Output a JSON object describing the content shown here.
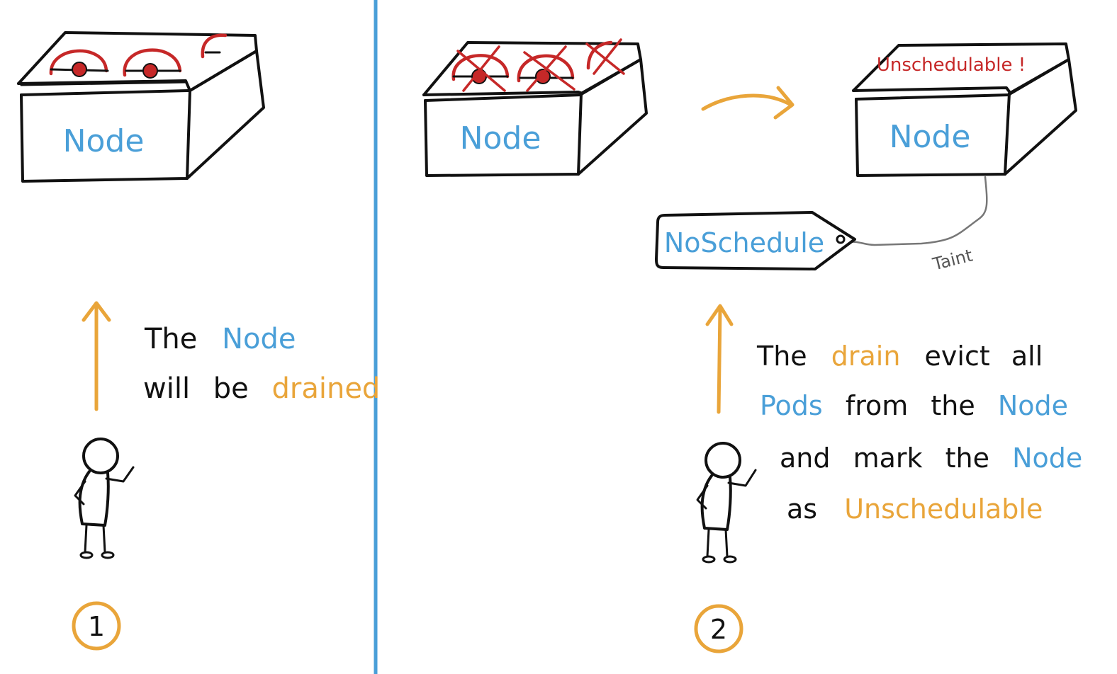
{
  "colors": {
    "ink": "#111111",
    "blue": "#4a9fd8",
    "orange": "#e9a53a",
    "red": "#c62828",
    "grey": "#777777",
    "divider": "#4a9fd8"
  },
  "panel1": {
    "node_label": "Node",
    "caption": {
      "line1": {
        "w1": "The",
        "w2": "Node"
      },
      "line2": {
        "w1": "will",
        "w2": "be",
        "w3": "drained"
      }
    },
    "step": "1"
  },
  "panel2": {
    "node_before_label": "Node",
    "node_after_label": "Node",
    "unschedulable_flag": "Unschedulable !",
    "tag_label": "NoSchedule",
    "taint_label": "Taint",
    "caption": {
      "line1": {
        "w1": "The",
        "w2": "drain",
        "w3": "evict",
        "w4": "all"
      },
      "line2": {
        "w1": "Pods",
        "w2": "from",
        "w3": "the",
        "w4": "Node"
      },
      "line3": {
        "w1": "and",
        "w2": "mark",
        "w3": "the",
        "w4": "Node"
      },
      "line4": {
        "w1": "as",
        "w2": "Unschedulable"
      }
    },
    "step": "2"
  }
}
